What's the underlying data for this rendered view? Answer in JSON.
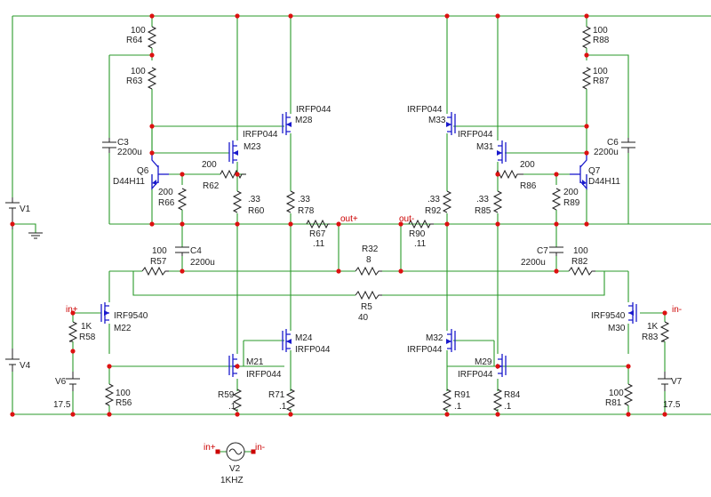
{
  "components": {
    "R64": {
      "name": "R64",
      "value": "100"
    },
    "R63": {
      "name": "R63",
      "value": "100"
    },
    "R88": {
      "name": "R88",
      "value": "100"
    },
    "R87": {
      "name": "R87",
      "value": "100"
    },
    "C3": {
      "name": "C3",
      "value": "2200u"
    },
    "C6": {
      "name": "C6",
      "value": "2200u"
    },
    "C4": {
      "name": "C4",
      "value": "2200u"
    },
    "C7": {
      "name": "C7",
      "value": "2200u"
    },
    "Q6": {
      "name": "Q6",
      "value": "D44H11"
    },
    "Q7": {
      "name": "Q7",
      "value": "D44H11"
    },
    "R62": {
      "name": "R62",
      "value": "200"
    },
    "R86": {
      "name": "R86",
      "value": "200"
    },
    "R66": {
      "name": "R66",
      "value": "200"
    },
    "R89": {
      "name": "R89",
      "value": "200"
    },
    "M23": {
      "name": "M23",
      "value": "IRFP044"
    },
    "M28": {
      "name": "M28",
      "value": "IRFP044"
    },
    "M33": {
      "name": "M33",
      "value": "IRFP044"
    },
    "M31": {
      "name": "M31",
      "value": "IRFP044"
    },
    "R60": {
      "name": "R60",
      "value": ".33"
    },
    "R78": {
      "name": "R78",
      "value": ".33"
    },
    "R92": {
      "name": "R92",
      "value": ".33"
    },
    "R85": {
      "name": "R85",
      "value": ".33"
    },
    "R67": {
      "name": "R67",
      "value": ".11"
    },
    "R90": {
      "name": "R90",
      "value": ".11"
    },
    "R32": {
      "name": "R32",
      "value": "8"
    },
    "R5": {
      "name": "R5",
      "value": "40"
    },
    "R57": {
      "name": "R57",
      "value": "100"
    },
    "R82": {
      "name": "R82",
      "value": "100"
    },
    "V1": {
      "name": "V1"
    },
    "V4": {
      "name": "V4"
    },
    "V6": {
      "name": "V6",
      "value": "17.5"
    },
    "V7": {
      "name": "V7",
      "value": "17.5"
    },
    "M22": {
      "name": "M22",
      "value": "IRF9540"
    },
    "M30": {
      "name": "M30",
      "value": "IRF9540"
    },
    "R58": {
      "name": "R58",
      "value": "1K"
    },
    "R83": {
      "name": "R83",
      "value": "1K"
    },
    "M24": {
      "name": "M24",
      "value": "IRFP044"
    },
    "M21": {
      "name": "M21",
      "value": "IRFP044"
    },
    "M32": {
      "name": "M32",
      "value": "IRFP044"
    },
    "M29": {
      "name": "M29",
      "value": "IRFP044"
    },
    "R56": {
      "name": "R56",
      "value": "100"
    },
    "R81": {
      "name": "R81",
      "value": "100"
    },
    "R59": {
      "name": "R59",
      "value": ".1"
    },
    "R71": {
      "name": "R71",
      "value": ".1"
    },
    "R91": {
      "name": "R91",
      "value": ".1"
    },
    "R84": {
      "name": "R84",
      "value": ".1"
    },
    "V2": {
      "name": "V2",
      "value": "1KHZ"
    }
  },
  "nets": {
    "out_plus": "out+",
    "out_minus": "out-",
    "in_plus": "in+",
    "in_minus": "in-",
    "v2_plus": "in+",
    "v2_minus": "in-"
  },
  "colors": {
    "wire": "#2a9a2a",
    "component": "#1e1e1e",
    "transistor": "#1a1acc",
    "node": "#dd1111",
    "net_label": "#cc0000"
  }
}
